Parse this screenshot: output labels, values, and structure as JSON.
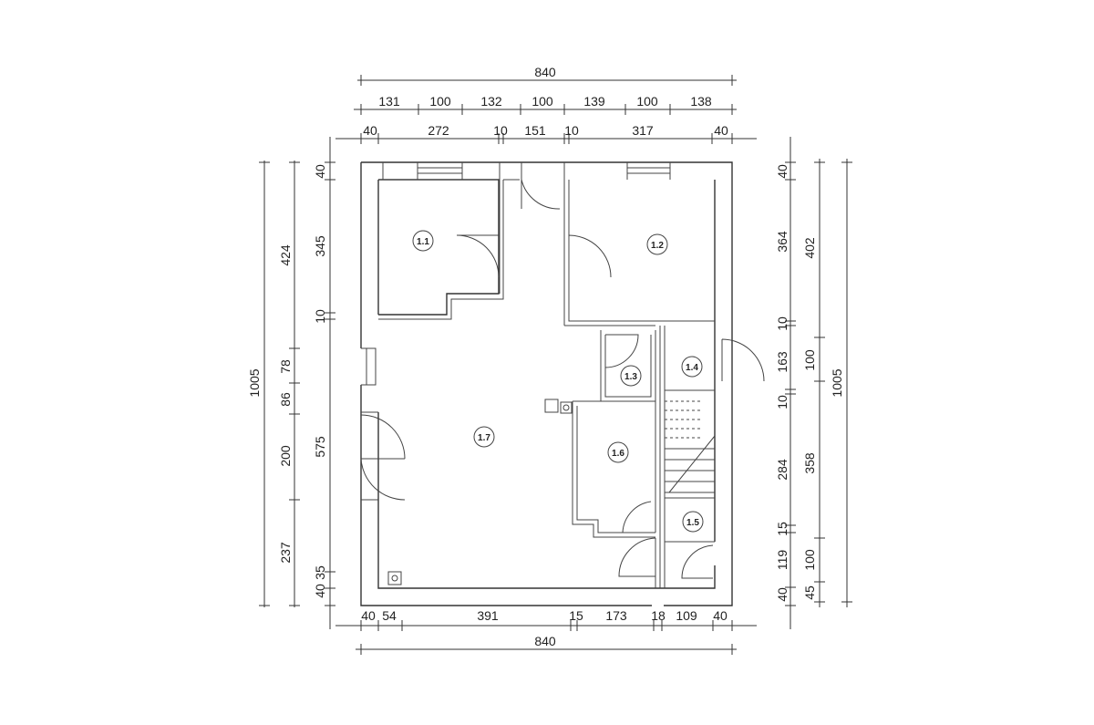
{
  "plan": {
    "dims_top": {
      "overall": "840",
      "row1": [
        "131",
        "100",
        "132",
        "100",
        "139",
        "100",
        "138"
      ],
      "row2": [
        "40",
        "272",
        "10",
        "151",
        "10",
        "317",
        "40"
      ]
    },
    "dims_bottom": {
      "row1": [
        "40",
        "54",
        "391",
        "15",
        "173",
        "18",
        "109",
        "40"
      ],
      "overall": "840"
    },
    "dims_left": {
      "overall": "1005",
      "col_outer": [
        "424",
        "78",
        "86",
        "200",
        "237"
      ],
      "col_inner": [
        "40",
        "345",
        "10",
        "575",
        "40",
        "35"
      ]
    },
    "dims_right": {
      "col_inner": [
        "40",
        "364",
        "10",
        "163",
        "10",
        "284",
        "15",
        "119",
        "40"
      ],
      "col_mid": [
        "402",
        "100",
        "358",
        "100",
        "45"
      ],
      "overall": "1005"
    },
    "rooms": [
      "1.1",
      "1.2",
      "1.3",
      "1.4",
      "1.5",
      "1.6",
      "1.7"
    ]
  }
}
